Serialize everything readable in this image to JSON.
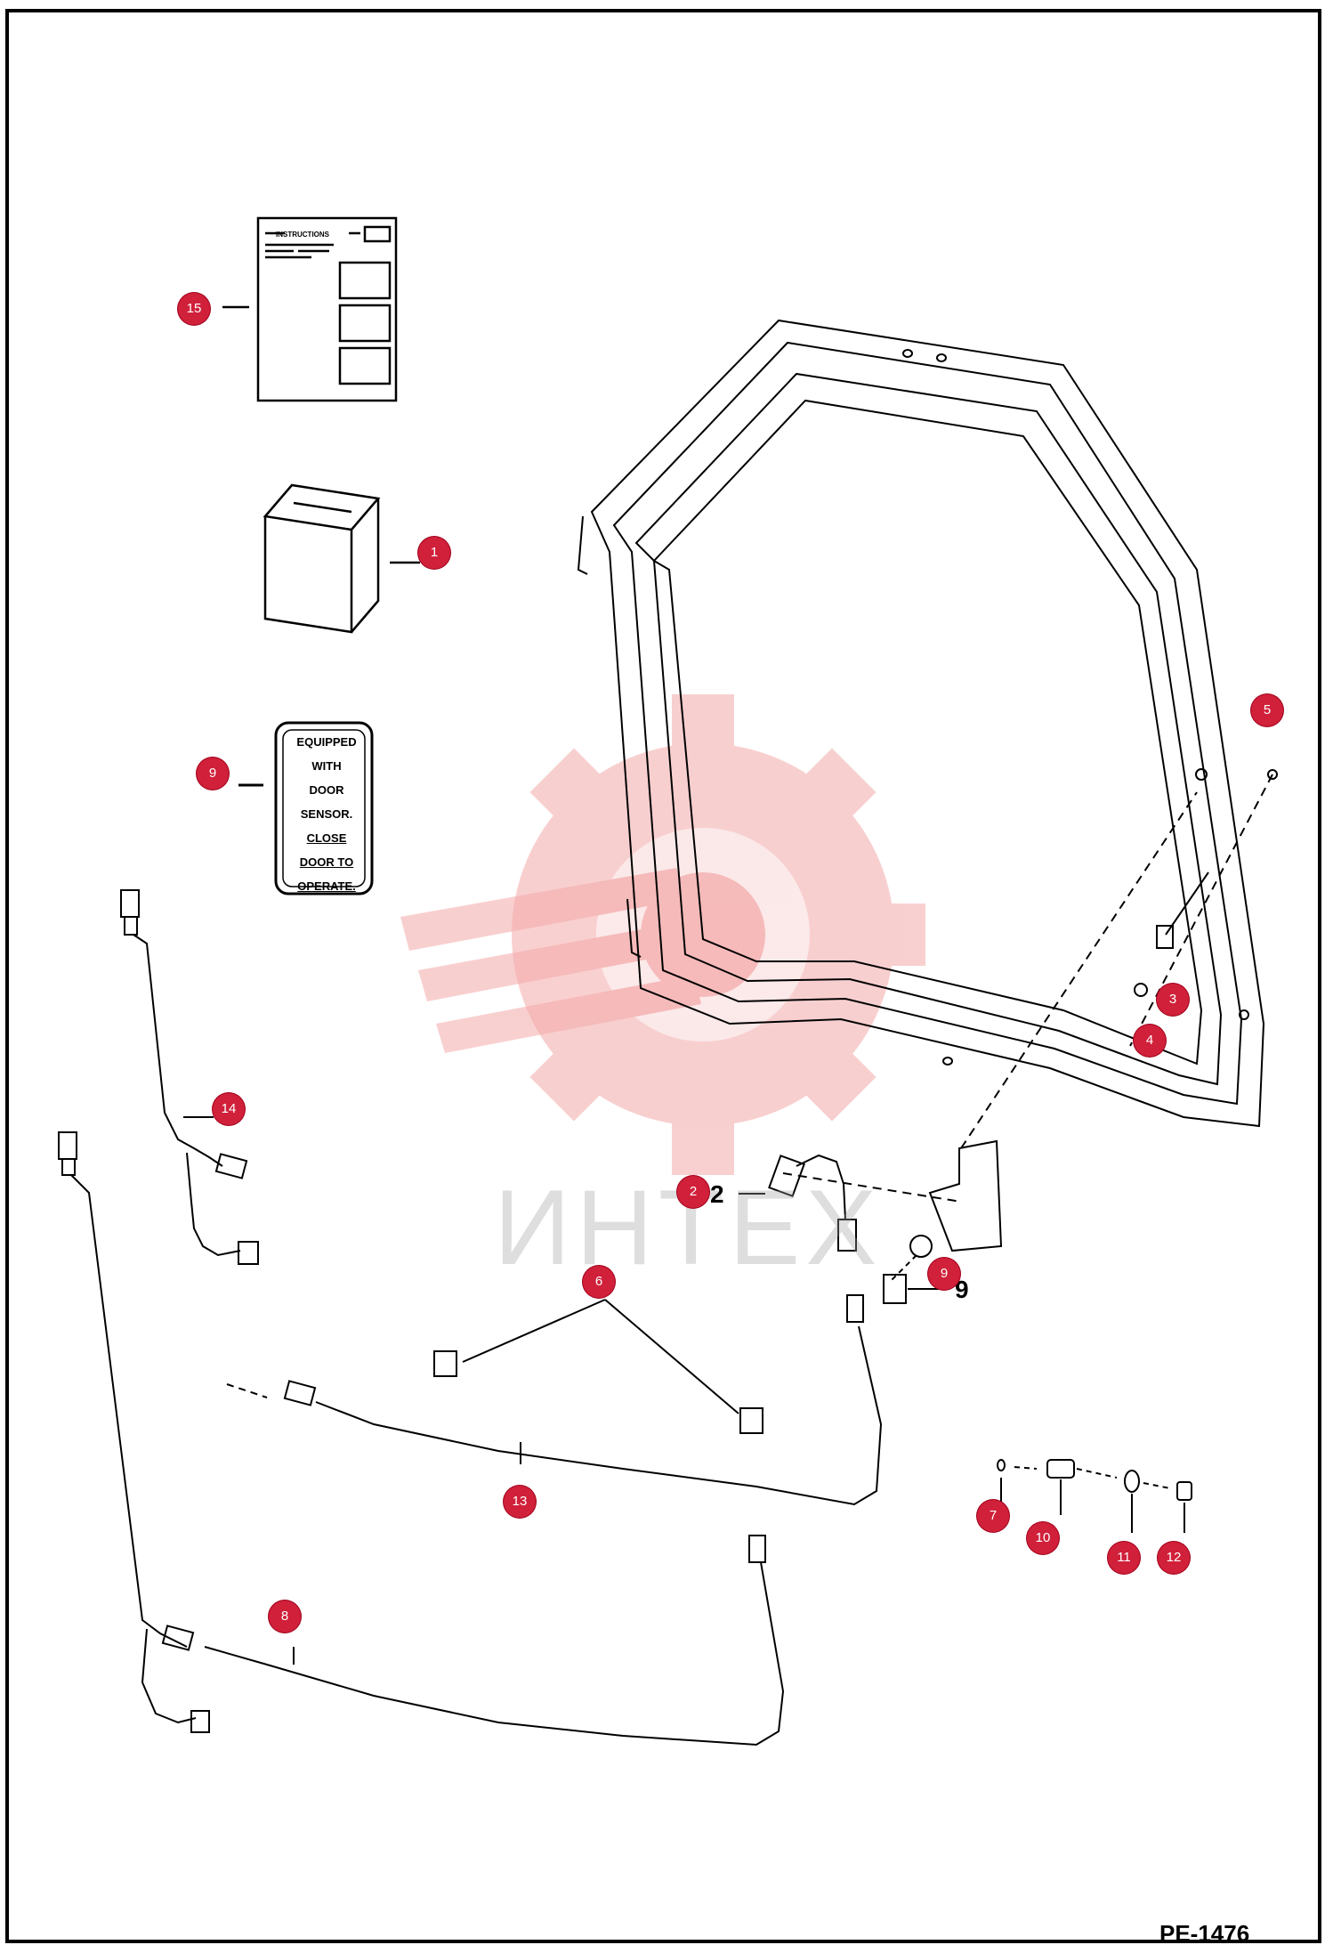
{
  "diagram": {
    "drawing_id": "PE-1476",
    "watermark_text": "ИНТЕХ",
    "instructions_label": "INSTRUCTIONS",
    "decal_lines": [
      "EQUIPPED",
      "WITH",
      "DOOR",
      "SENSOR.",
      "CLOSE",
      "DOOR TO",
      "OPERATE."
    ],
    "callouts": [
      {
        "id": "15",
        "label": "15"
      },
      {
        "id": "1",
        "label": "1"
      },
      {
        "id": "9a",
        "label": "9"
      },
      {
        "id": "14",
        "label": "14"
      },
      {
        "id": "2",
        "label": "2"
      },
      {
        "id": "6",
        "label": "6"
      },
      {
        "id": "9b",
        "label": "9"
      },
      {
        "id": "13",
        "label": "13"
      },
      {
        "id": "8",
        "label": "8"
      },
      {
        "id": "5",
        "label": "5"
      },
      {
        "id": "3",
        "label": "3"
      },
      {
        "id": "4",
        "label": "4"
      },
      {
        "id": "7",
        "label": "7"
      },
      {
        "id": "10",
        "label": "10"
      },
      {
        "id": "11",
        "label": "11"
      },
      {
        "id": "12",
        "label": "12"
      }
    ],
    "plain_labels": {
      "part2": "2",
      "part9": "9"
    },
    "colors": {
      "callout": "#d0203a",
      "watermark": "#f2a0a0",
      "line": "#000000"
    }
  }
}
